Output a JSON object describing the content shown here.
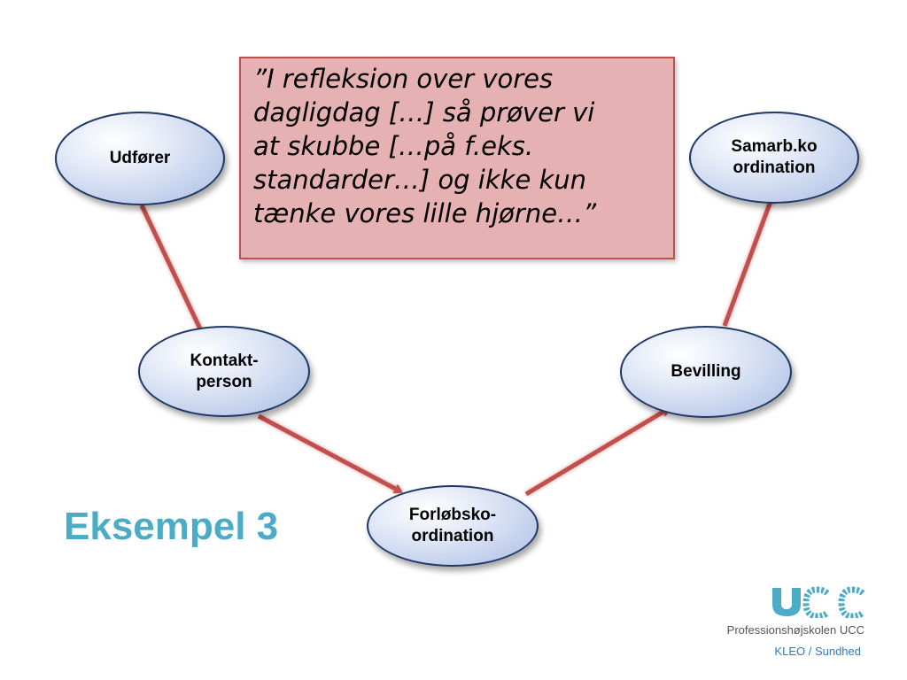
{
  "slide": {
    "title": "Eksempel 3",
    "quote": "”I refleksion over vores\ndagligdag […] så prøver vi\nat skubbe […på f.eks.\nstandarder…] og ikke kun\ntænke vores lille hjørne…”"
  },
  "nodes": [
    {
      "id": "udforer",
      "label": "Udfører"
    },
    {
      "id": "kontaktperson",
      "label": "Kontakt-\nperson"
    },
    {
      "id": "forlobskoordination",
      "label": "Forløbsko-\nordination"
    },
    {
      "id": "bevilling",
      "label": "Bevilling"
    },
    {
      "id": "samarbkoordination",
      "label": "Samarb.ko\nordination"
    }
  ],
  "edges": [
    {
      "from": "Udfører",
      "to": "Kontakt-person"
    },
    {
      "from": "Kontakt-person",
      "to": "Forløbsko-ordination"
    },
    {
      "from": "Forløbsko-ordination",
      "to": "Bevilling"
    },
    {
      "from": "Bevilling",
      "to": "Samarb.ko ordination"
    }
  ],
  "logo": {
    "mark_text": "UCC",
    "subtitle": "Professionshøjskolen UCC",
    "department": "KLEO / Sundhed"
  },
  "colors": {
    "title": "#4bacc6",
    "quote_fill": "#e6b1b2",
    "quote_border": "#c0504d",
    "arrow": "#c0504d",
    "node_border": "#1f3866",
    "node_fill": "#a9bde4",
    "logo_mark": "#4bacc6",
    "department_text": "#2e7cc0"
  }
}
